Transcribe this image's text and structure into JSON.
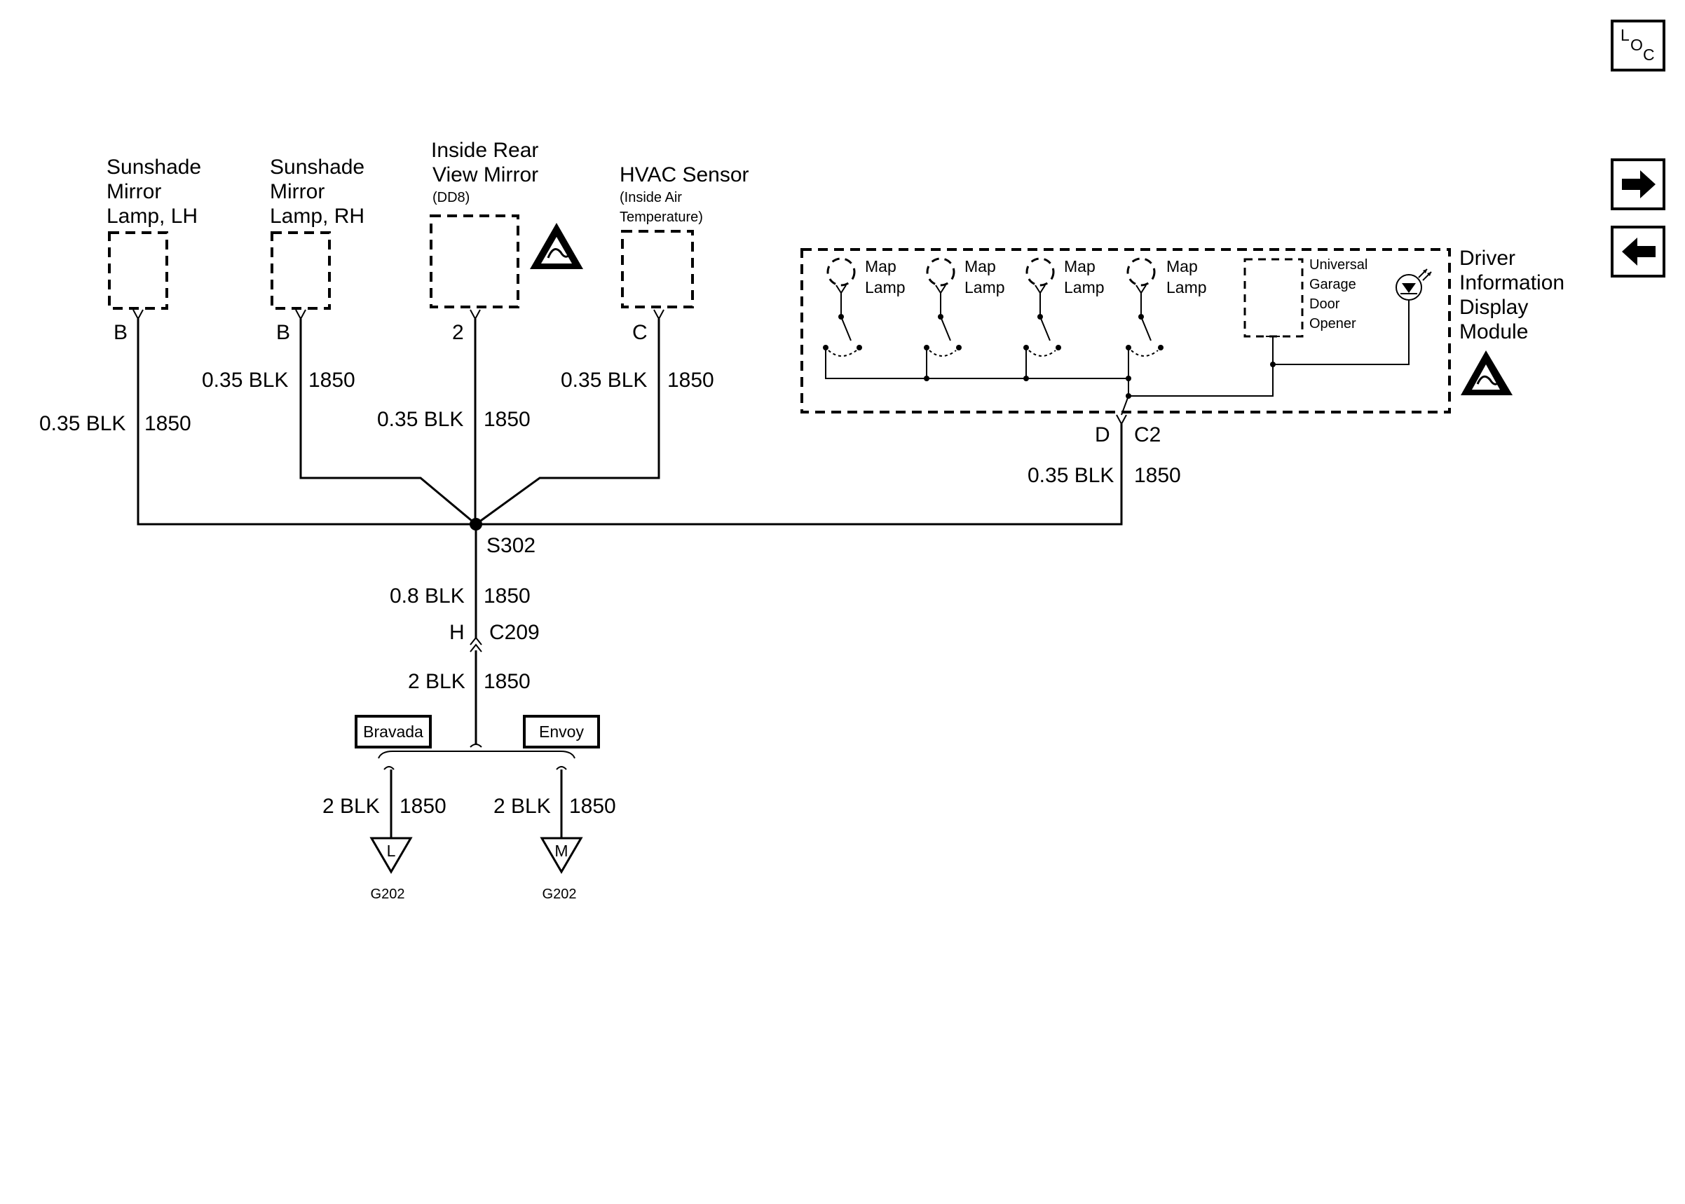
{
  "nav": {
    "loc_l": "L",
    "loc_o": "O",
    "loc_c": "C",
    "forward_icon": "arrow-right-icon",
    "back_icon": "arrow-left-icon"
  },
  "components": {
    "sunshade_lh": {
      "line1": "Sunshade",
      "line2": "Mirror",
      "line3": "Lamp, LH",
      "pin": "B"
    },
    "sunshade_rh": {
      "line1": "Sunshade",
      "line2": "Mirror",
      "line3": "Lamp, RH",
      "pin": "B"
    },
    "rear_mirror": {
      "line1": "Inside Rear",
      "line2": "View Mirror",
      "option": "(DD8)",
      "pin": "2"
    },
    "hvac_sensor": {
      "line1": "HVAC Sensor",
      "sub1": "(Inside Air",
      "sub2": "Temperature)",
      "pin": "C"
    },
    "dim": {
      "line1": "Driver",
      "line2": "Information",
      "line3": "Display",
      "line4": "Module",
      "pin": "D",
      "connector": "C2",
      "map_lamps": [
        {
          "l1": "Map",
          "l2": "Lamp"
        },
        {
          "l1": "Map",
          "l2": "Lamp"
        },
        {
          "l1": "Map",
          "l2": "Lamp"
        },
        {
          "l1": "Map",
          "l2": "Lamp"
        }
      ],
      "garage": {
        "l1": "Universal",
        "l2": "Garage",
        "l3": "Door",
        "l4": "Opener"
      }
    }
  },
  "wires": {
    "sunshade_lh": {
      "gauge": "0.35 BLK",
      "circuit": "1850"
    },
    "sunshade_rh": {
      "gauge": "0.35 BLK",
      "circuit": "1850"
    },
    "rear_mirror": {
      "gauge": "0.35 BLK",
      "circuit": "1850"
    },
    "hvac_sensor": {
      "gauge": "0.35 BLK",
      "circuit": "1850"
    },
    "dim": {
      "gauge": "0.35 BLK",
      "circuit": "1850"
    },
    "splice_out": {
      "gauge": "0.8 BLK",
      "circuit": "1850"
    },
    "c209_out": {
      "gauge": "2 BLK",
      "circuit": "1850"
    },
    "bravada_ground": {
      "gauge": "2 BLK",
      "circuit": "1850"
    },
    "envoy_ground": {
      "gauge": "2 BLK",
      "circuit": "1850"
    }
  },
  "splice": "S302",
  "connector_c209": {
    "pin": "H",
    "name": "C209"
  },
  "options": {
    "bravada": "Bravada",
    "envoy": "Envoy"
  },
  "grounds": {
    "left": {
      "letter": "L",
      "name": "G202"
    },
    "right": {
      "letter": "M",
      "name": "G202"
    }
  },
  "esd_icon": "esd-sensitive-icon"
}
